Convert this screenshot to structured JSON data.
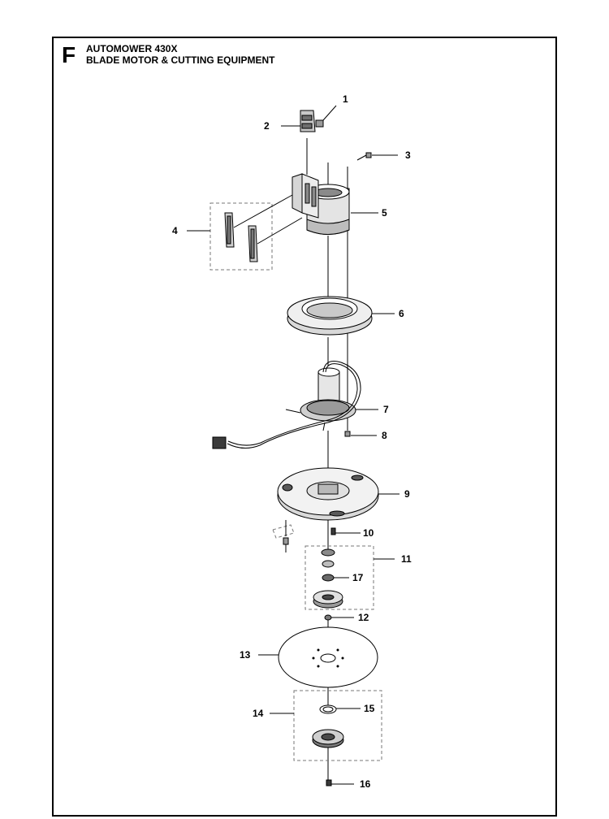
{
  "header": {
    "section_letter": "F",
    "title_line_1": "AUTOMOWER 430X",
    "title_line_2": "BLADE MOTOR & CUTTING EQUIPMENT"
  },
  "callouts": {
    "c1": "1",
    "c2": "2",
    "c3": "3",
    "c4": "4",
    "c5": "5",
    "c6": "6",
    "c7": "7",
    "c8": "8",
    "c9": "9",
    "c10": "10",
    "c11": "11",
    "c12": "12",
    "c13": "13",
    "c14": "14",
    "c15": "15",
    "c16": "16",
    "c17": "17"
  },
  "colors": {
    "line": "#000000",
    "shade": "#d9d9d9",
    "dark": "#7a7a7a",
    "group_box": "#777777"
  }
}
